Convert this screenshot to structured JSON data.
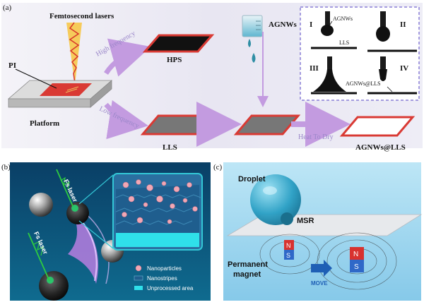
{
  "panel_a": {
    "label": "(a)",
    "femtosecond_lasers": "Femtosecond lasers",
    "pi": "PI",
    "platform": "Platform",
    "high_frequency": "High frequency",
    "low_frequency": "Low frequency",
    "hps": "HPS",
    "lls": "LLS",
    "agnws": "AGNWs",
    "heat_to_dry": "Heat To Dry",
    "agnws_lls": "AGNWs@LLS",
    "inset": {
      "i": "I",
      "ii": "II",
      "iii": "III",
      "iv": "IV",
      "agnws": "AGNWs",
      "lls": "LLS",
      "agnws_lls": "AGNWs@LLS"
    }
  },
  "panel_b": {
    "label": "(b)",
    "fs_laser_1": "Fs laser",
    "fs_laser_2": "Fs laser",
    "legend": [
      "Nanoparticles",
      "Nanostripes",
      "Unprocessed area"
    ]
  },
  "panel_c": {
    "label": "(c)",
    "droplet": "Droplet",
    "msr": "MSR",
    "permanent": "Permanent",
    "magnet": "magnet",
    "move": "MOVE",
    "n1": "N",
    "s1": "S",
    "n2": "N",
    "s2": "S"
  },
  "colors": {
    "laser_red": "#cc2a2a",
    "laser_yellow": "#f2b51e",
    "water_blue": "#2b8fb8",
    "inset_border": "#8a7fd6",
    "arrow_purple": "#c39be0",
    "panel_b_bg": "#0b4e73",
    "panel_c_bg": "#9fd5ef"
  }
}
